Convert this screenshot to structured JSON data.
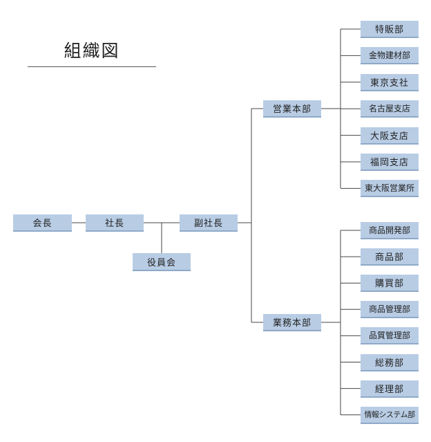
{
  "title": "組織図",
  "nodes": {
    "chairman": "会長",
    "president": "社長",
    "officers": "役員会",
    "vice_president": "副社長",
    "sales_hq": "営業本部",
    "business_hq": "業務本部"
  },
  "sales_departments": [
    "特販部",
    "金物建材部",
    "東京支社",
    "名古屋支店",
    "大阪支店",
    "福岡支店",
    "東大阪営業所"
  ],
  "business_departments": [
    "商品開発部",
    "商品部",
    "購買部",
    "商品管理部",
    "品質管理部",
    "総務部",
    "経理部",
    "情報システム部"
  ]
}
